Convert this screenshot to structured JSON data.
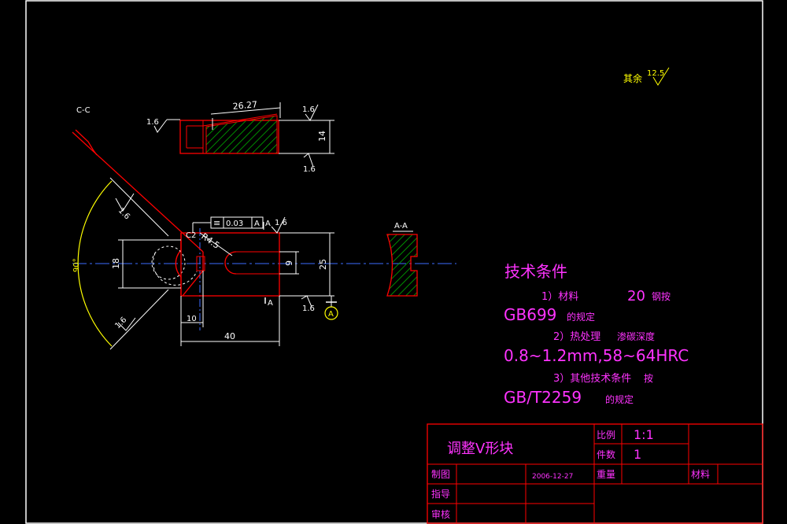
{
  "colors": {
    "background": "#000000",
    "frame": "#ffffff",
    "outline": "#ff0000",
    "dimension": "#ffffff",
    "centerline": "#3b6cff",
    "hatch": "#00b000",
    "annotation": "#ffff00",
    "note_text": "#ff33ff",
    "table_line": "#ff0000",
    "table_text": "#ff33ff"
  },
  "drawing": {
    "roughness_rest_label": "其余",
    "roughness_rest_value": "12.5",
    "section_cc_label": "C-C",
    "section_aa_label": "A-A",
    "dims": {
      "top_length": "26.27",
      "top_height": "14",
      "angle": "90°",
      "left_height": "18",
      "radius": "R4.5",
      "chamfer": "C2",
      "inner_height": "9",
      "right_height": "25",
      "offset_10": "10",
      "length_40": "40"
    },
    "roughness": {
      "r1": "1.6",
      "r2": "1.6",
      "r3": "1.6",
      "r4": "1.6",
      "r5": "1.6",
      "r6": "1.6",
      "r7": "1.6"
    },
    "tolerance": {
      "symbol": "≡",
      "value": "0.03",
      "datum": "A",
      "datum_flag": "A",
      "section_mark_top": "A",
      "section_mark_bottom": "A",
      "datum_circle": "A"
    }
  },
  "notes": {
    "heading": "技术条件",
    "line1_prefix": "1）材料",
    "line1_value": "20",
    "line1_suffix": "钢按",
    "line2_code": "GB699",
    "line2_suffix": "的规定",
    "line3_prefix": "2）热处理",
    "line3_suffix": "渗碳深度",
    "line4": "0.8~1.2mm,58~64HRC",
    "line5_prefix": "3）其他技术条件",
    "line5_suffix": "按",
    "line6_code": "GB/T2259",
    "line6_suffix": "的规定"
  },
  "title_block": {
    "part_name": "调整V形块",
    "scale_label": "比例",
    "scale_value": "1:1",
    "quantity_label": "件数",
    "quantity_value": "1",
    "drawn_label": "制图",
    "date": "2006-12-27",
    "weight_label": "重量",
    "material_label": "材料",
    "guide_label": "指导",
    "review_label": "审核"
  }
}
